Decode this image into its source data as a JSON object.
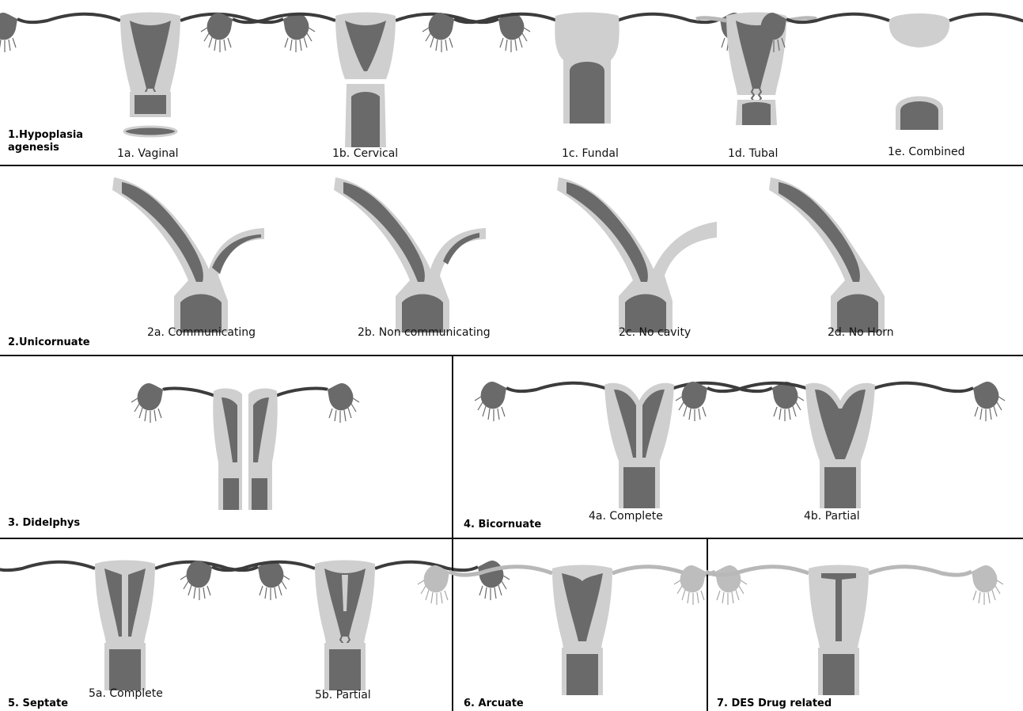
{
  "sections": {
    "s1": {
      "title_line1": "1.Hypoplasia",
      "title_line2": "agenesis",
      "labels": [
        "1a. Vaginal",
        "1b. Cervical",
        "1c. Fundal",
        "1d. Tubal",
        "1e. Combined"
      ]
    },
    "s2": {
      "title": "2.Unicornuate",
      "labels": [
        "2a. Communicating",
        "2b. Non communicating",
        "2c. No cavity",
        "2d. No Horn"
      ]
    },
    "s3": {
      "title": "3. Didelphys"
    },
    "s4": {
      "title": "4. Bicornuate",
      "labels": [
        "4a. Complete",
        "4b. Partial"
      ]
    },
    "s5": {
      "title": "5. Septate",
      "labels": [
        "5a. Complete",
        "5b. Partial"
      ]
    },
    "s6": {
      "title": "6. Arcuate"
    },
    "s7": {
      "title": "7. DES Drug related"
    }
  },
  "colors": {
    "muscle": "#cfcfcf",
    "cavity": "#6a6a6a",
    "tube": "#3c3c3c",
    "tube_light": "#b8b8b8",
    "line": "#111111"
  }
}
